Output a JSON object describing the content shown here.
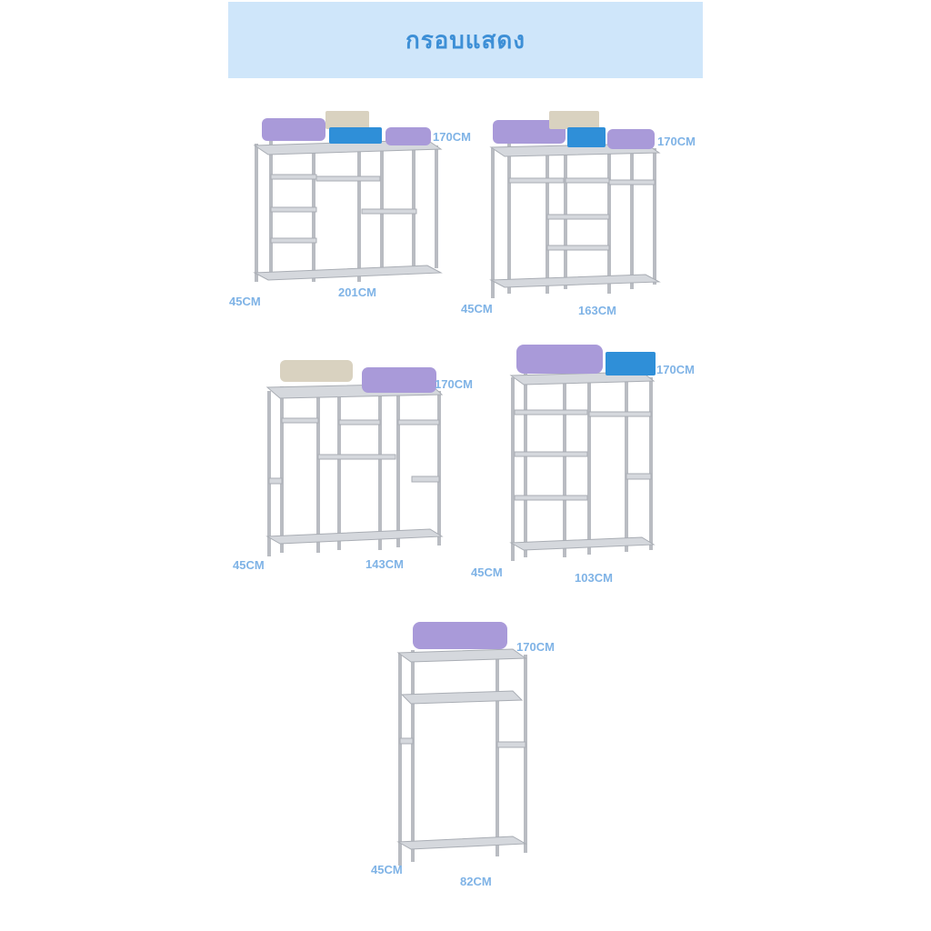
{
  "banner": {
    "title": "กรอบแสดง"
  },
  "colors": {
    "banner_bg": "#cfe6fa",
    "title": "#3d8fd6",
    "label": "#7fb3e6",
    "frame": "#b9bcc2",
    "suitcase_purple": "#a99ad9",
    "box_blue": "#2f8fd8",
    "box_beige": "#d9d2c0"
  },
  "racks": [
    {
      "name": "rack-201",
      "height": "170CM",
      "depth": "45CM",
      "width": "201CM"
    },
    {
      "name": "rack-163",
      "height": "170CM",
      "depth": "45CM",
      "width": "163CM"
    },
    {
      "name": "rack-143",
      "height": "170CM",
      "depth": "45CM",
      "width": "143CM"
    },
    {
      "name": "rack-103",
      "height": "170CM",
      "depth": "45CM",
      "width": "103CM"
    },
    {
      "name": "rack-82",
      "height": "170CM",
      "depth": "45CM",
      "width": "82CM"
    }
  ]
}
